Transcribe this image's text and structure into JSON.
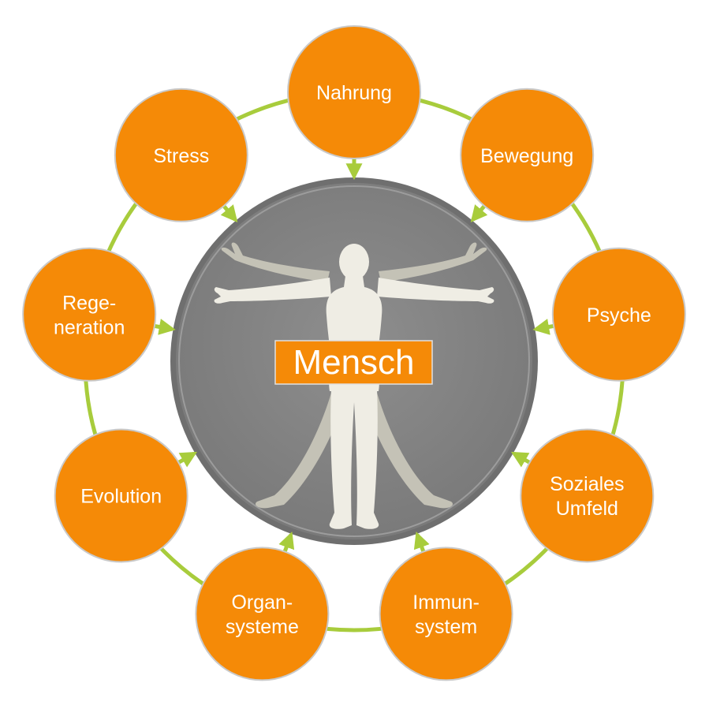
{
  "center": {
    "label": "Mensch"
  },
  "nodes": [
    {
      "id": "nahrung",
      "lines": [
        "Nahrung"
      ]
    },
    {
      "id": "bewegung",
      "lines": [
        "Bewegung"
      ]
    },
    {
      "id": "psyche",
      "lines": [
        "Psyche"
      ]
    },
    {
      "id": "soziales-umfeld",
      "lines": [
        "Soziales",
        "Umfeld"
      ]
    },
    {
      "id": "immunsystem",
      "lines": [
        "Immun-",
        "system"
      ]
    },
    {
      "id": "organsysteme",
      "lines": [
        "Organ-",
        "systeme"
      ]
    },
    {
      "id": "evolution",
      "lines": [
        "Evolution"
      ]
    },
    {
      "id": "regeneration",
      "lines": [
        "Rege-",
        "neration"
      ]
    },
    {
      "id": "stress",
      "lines": [
        "Stress"
      ]
    }
  ],
  "colors": {
    "node_fill": "#f58a07",
    "node_stroke": "#c9c9c9",
    "ring": "#a8cc3c",
    "arrow": "#a8cc3c",
    "center_fill": "#8a8a8a",
    "center_rim": "#6f6f6f",
    "figure_front": "#efede4",
    "figure_back": "#c4c2b6",
    "label_box": "#f58a07"
  },
  "icons": {
    "figure": "vitruvian-man-icon",
    "arrow": "double-arrow-icon"
  }
}
